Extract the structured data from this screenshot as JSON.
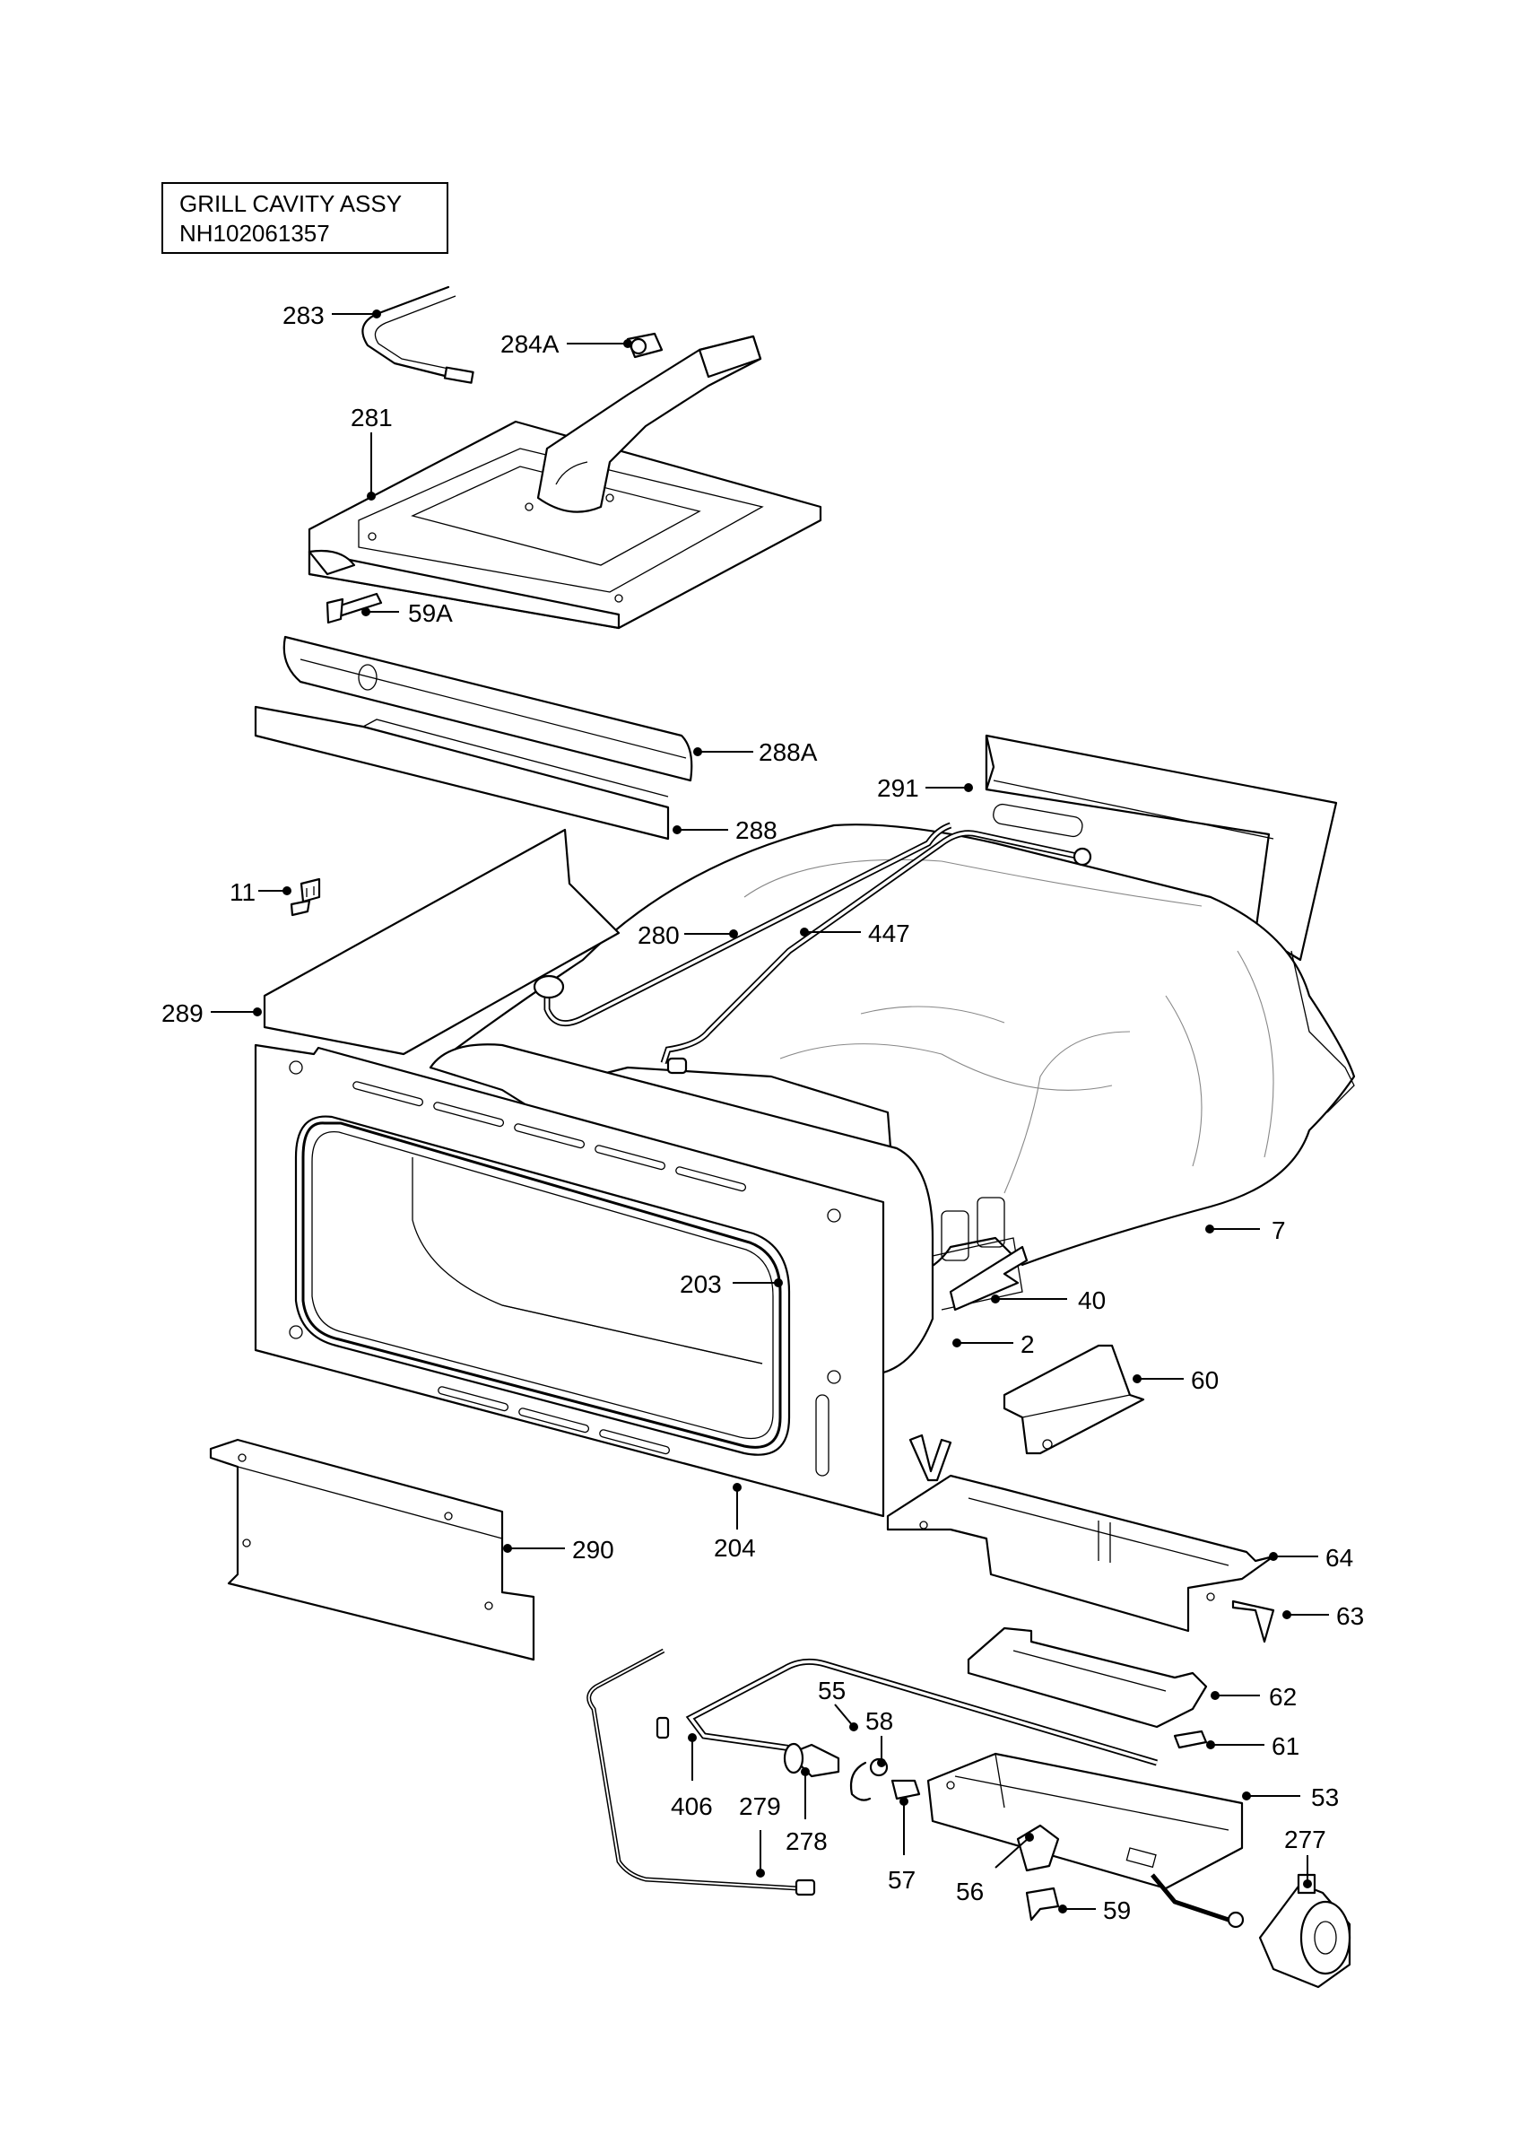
{
  "title": {
    "line1": "GRILL CAVITY ASSY",
    "line2": "NH102061357"
  },
  "callouts": [
    {
      "id": "c-283",
      "label": "283"
    },
    {
      "id": "c-284A",
      "label": "284A"
    },
    {
      "id": "c-281",
      "label": "281"
    },
    {
      "id": "c-59A",
      "label": "59A"
    },
    {
      "id": "c-288A",
      "label": "288A"
    },
    {
      "id": "c-288",
      "label": "288"
    },
    {
      "id": "c-291",
      "label": "291"
    },
    {
      "id": "c-11",
      "label": "11"
    },
    {
      "id": "c-280",
      "label": "280"
    },
    {
      "id": "c-447",
      "label": "447"
    },
    {
      "id": "c-289",
      "label": "289"
    },
    {
      "id": "c-7",
      "label": "7"
    },
    {
      "id": "c-203",
      "label": "203"
    },
    {
      "id": "c-40",
      "label": "40"
    },
    {
      "id": "c-2",
      "label": "2"
    },
    {
      "id": "c-60",
      "label": "60"
    },
    {
      "id": "c-204",
      "label": "204"
    },
    {
      "id": "c-290",
      "label": "290"
    },
    {
      "id": "c-64",
      "label": "64"
    },
    {
      "id": "c-63",
      "label": "63"
    },
    {
      "id": "c-62",
      "label": "62"
    },
    {
      "id": "c-55",
      "label": "55"
    },
    {
      "id": "c-58",
      "label": "58"
    },
    {
      "id": "c-61",
      "label": "61"
    },
    {
      "id": "c-53",
      "label": "53"
    },
    {
      "id": "c-406",
      "label": "406"
    },
    {
      "id": "c-279",
      "label": "279"
    },
    {
      "id": "c-278",
      "label": "278"
    },
    {
      "id": "c-57",
      "label": "57"
    },
    {
      "id": "c-277",
      "label": "277"
    },
    {
      "id": "c-56",
      "label": "56"
    },
    {
      "id": "c-59",
      "label": "59"
    }
  ]
}
